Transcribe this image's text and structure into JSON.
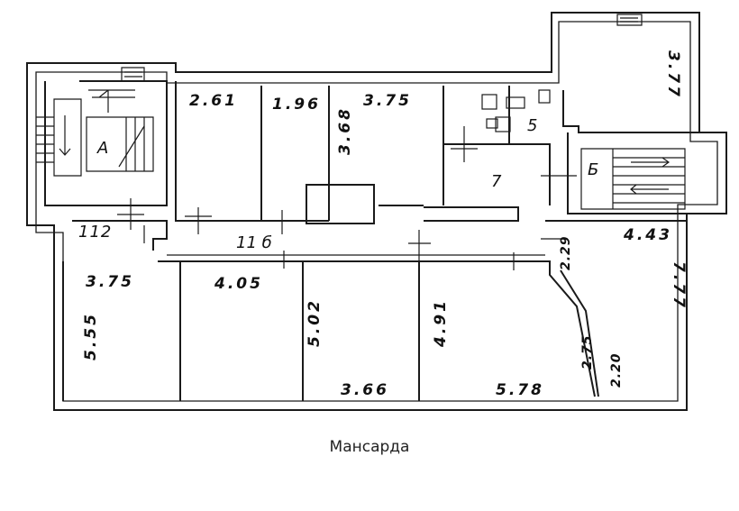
{
  "caption": "Мансарда",
  "plan": {
    "dimensions": {
      "d_261": "2.61",
      "d_196": "1.96",
      "d_375_top": "3.75",
      "d_377": "3.77",
      "d_368": "3.68",
      "d_375_left": "3.75",
      "d_405": "4.05",
      "d_555": "5.55",
      "d_502": "5.02",
      "d_491": "4.91",
      "d_366": "3.66",
      "d_578": "5.78",
      "d_443": "4.43",
      "d_777": "7.77",
      "d_229": "2.29",
      "d_275": "2.75",
      "d_220": "2.20"
    },
    "room_numbers": {
      "r_112": "112",
      "r_11b": "11 б",
      "r_5": "5",
      "r_7": "7"
    },
    "stair_labels": {
      "stair_a": "А",
      "stair_b": "Б"
    }
  }
}
